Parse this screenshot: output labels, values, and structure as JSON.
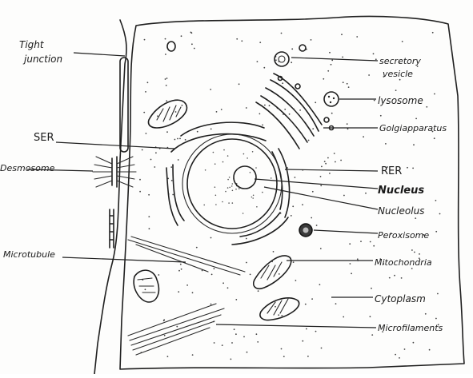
{
  "labels": {
    "tight_junction_1": "Tight",
    "tight_junction_2": "junction",
    "ser": "SER",
    "desmosome": "Desmosome",
    "microtubule": "Microtubule",
    "secretory_1": "secretory",
    "secretory_2": "vesicle",
    "lysosome": "lysosome",
    "golgi": "Golgiapparatus",
    "rer": "RER",
    "nucleus": "Nucleus",
    "nucleolus": "Nucleolus",
    "peroxisome": "Peroxisome",
    "mitochondria": "Mitochondria",
    "cytoplasm": "Cytoplasm",
    "microfilaments": "Microfilaments"
  }
}
